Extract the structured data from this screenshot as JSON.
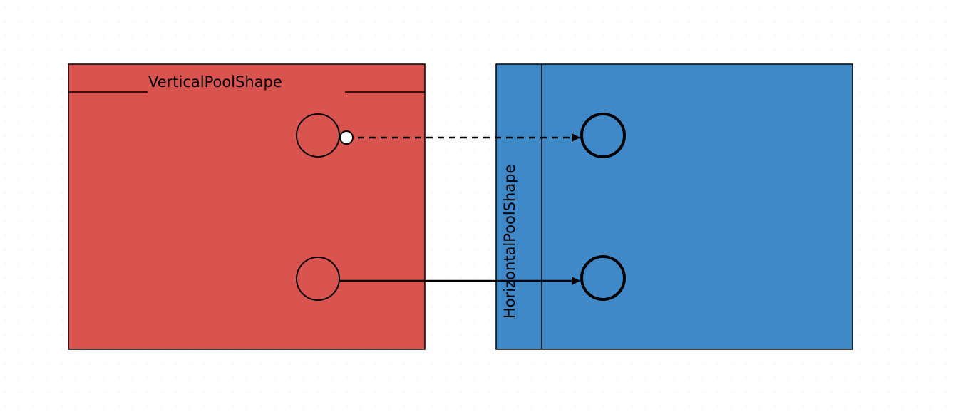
{
  "canvas": {
    "grid_visible": true,
    "grid_dot_color": "#c8c8c8",
    "background": "#ffffff"
  },
  "pools": {
    "vertical": {
      "label": "VerticalPoolShape",
      "fill": "#d9534f",
      "stroke": "#000000"
    },
    "horizontal": {
      "label": "HorizontalPoolShape",
      "fill": "#3f89c9",
      "stroke": "#000000"
    }
  },
  "nodes": {
    "thin_stroke": "#000000",
    "thick_stroke": "#000000",
    "port_fill": "#ffffff"
  },
  "connections": [
    {
      "id": "top",
      "style": "dashed",
      "arrow": "filled-triangle"
    },
    {
      "id": "bottom",
      "style": "solid",
      "arrow": "filled-triangle"
    }
  ]
}
